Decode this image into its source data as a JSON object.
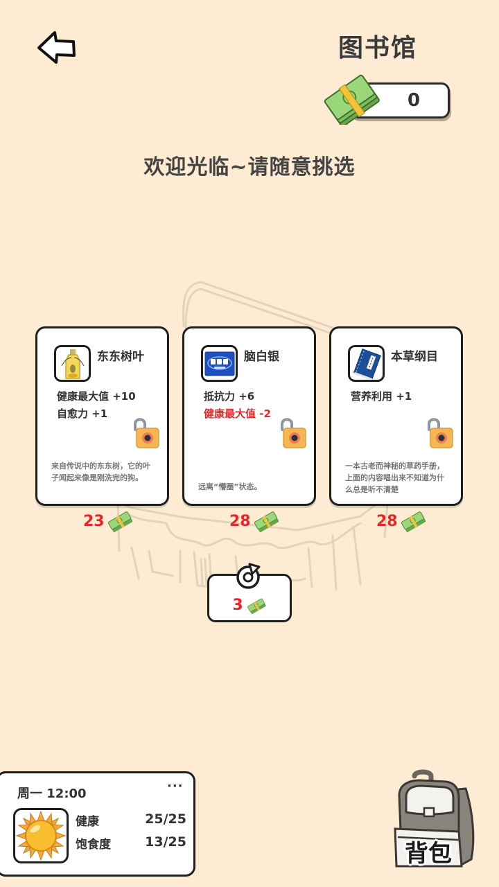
{
  "header": {
    "title": "图书馆",
    "back_icon": "arrow-left-icon",
    "money": {
      "icon": "cash-stack-icon",
      "value": "0"
    }
  },
  "welcome_text": "欢迎光临~请随意挑选",
  "shop": {
    "items": [
      {
        "name": "东东树叶",
        "icon": "bottle-icon",
        "stats": [
          {
            "text": "健康最大值 +10",
            "negative": false
          },
          {
            "text": "自愈力 +1",
            "negative": false
          }
        ],
        "lock_icon": "unlocked-padlock-icon",
        "description": "来自传说中的东东树，它的叶子闻起来像是刚洗完的狗。",
        "price": "23",
        "price_icon": "cash-stack-icon"
      },
      {
        "name": "脑白银",
        "icon": "blue-box-icon",
        "stats": [
          {
            "text": "抵抗力 +6",
            "negative": false
          },
          {
            "text": "健康最大值 -2",
            "negative": true
          }
        ],
        "lock_icon": "unlocked-padlock-icon",
        "description": "远离“懵圈”状态。",
        "price": "28",
        "price_icon": "cash-stack-icon"
      },
      {
        "name": "本草纲目",
        "icon": "blue-book-icon",
        "stats": [
          {
            "text": "营养利用 +1",
            "negative": false
          }
        ],
        "lock_icon": "unlocked-padlock-icon",
        "description": "一本古老而神秘的草药手册，上面的内容唱出来不知道为什么总是听不清楚",
        "price": "28",
        "price_icon": "cash-stack-icon"
      }
    ],
    "refresh": {
      "icon": "refresh-icon",
      "cost": "3",
      "cost_icon": "cash-stack-icon"
    }
  },
  "status": {
    "time": "周一 12:00",
    "more": "···",
    "weather_icon": "sun-icon",
    "rows": [
      {
        "label": "健康",
        "value": "25/25"
      },
      {
        "label": "饱食度",
        "value": "13/25"
      }
    ]
  },
  "backpack": {
    "label": "背包",
    "icon": "backpack-icon"
  },
  "colors": {
    "background": "#fdebd3",
    "price_red": "#e8262a",
    "border": "#1e1e1e",
    "cash_green": "#8fd46a"
  }
}
